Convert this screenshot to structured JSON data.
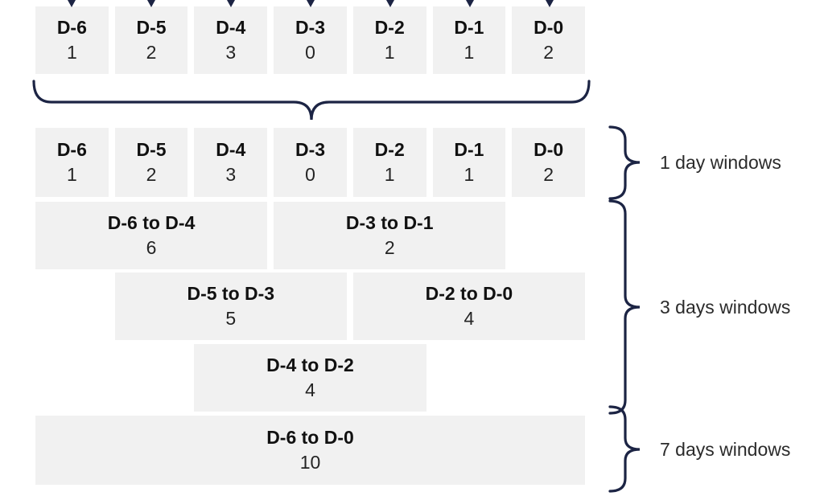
{
  "colors": {
    "cell_background": "#f1f1f1",
    "cell_label_text": "#111111",
    "cell_value_text": "#242424",
    "brace_and_arrows": "#1c2444",
    "group_label_text": "#2b2b2b",
    "page_background": "#ffffff"
  },
  "days": [
    {
      "label": "D-6",
      "value": "1"
    },
    {
      "label": "D-5",
      "value": "2"
    },
    {
      "label": "D-4",
      "value": "3"
    },
    {
      "label": "D-3",
      "value": "0"
    },
    {
      "label": "D-2",
      "value": "1"
    },
    {
      "label": "D-1",
      "value": "1"
    },
    {
      "label": "D-0",
      "value": "2"
    }
  ],
  "windows": [
    {
      "label": "D-6 to D-4",
      "value": "6"
    },
    {
      "label": "D-3 to D-1",
      "value": "2"
    },
    {
      "label": "D-5 to D-3",
      "value": "5"
    },
    {
      "label": "D-2 to D-0",
      "value": "4"
    },
    {
      "label": "D-4 to D-2",
      "value": "4"
    },
    {
      "label": "D-6 to D-0",
      "value": "10"
    }
  ],
  "group_labels": [
    "1 day windows",
    "3 days windows",
    "7 days windows"
  ]
}
